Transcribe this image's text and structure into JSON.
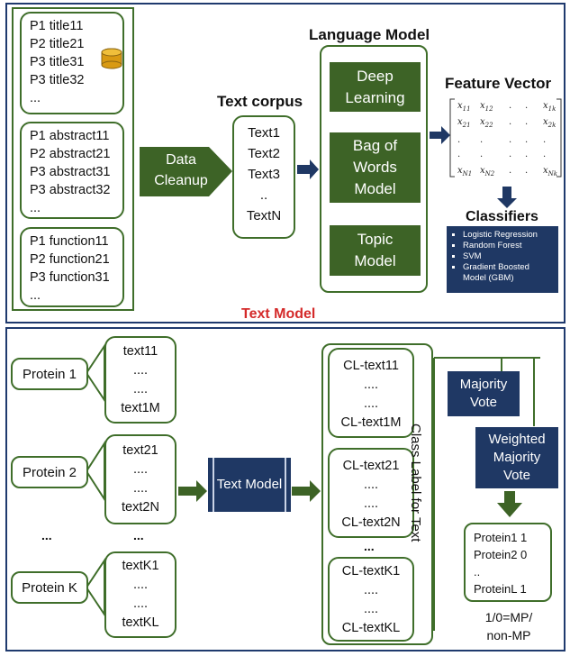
{
  "top": {
    "caption": "Text Model",
    "sources": {
      "titles": [
        "P1 title11",
        "P2 title21",
        "P3 title31",
        "P3 title32",
        "..."
      ],
      "abstracts": [
        "P1 abstract11",
        "P2 abstract21",
        "P3 abstract31",
        "P3 abstract32",
        "..."
      ],
      "functions": [
        "P1 function11",
        "P2 function21",
        "P3 function31",
        "..."
      ]
    },
    "cleanup": {
      "line1": "Data",
      "line2": "Cleanup"
    },
    "corpus": {
      "title": "Text corpus",
      "items": [
        "Text1",
        "Text2",
        "Text3",
        "..",
        "TextN"
      ]
    },
    "language_model": {
      "title": "Language Model",
      "deep": {
        "line1": "Deep",
        "line2": "Learning"
      },
      "bow": {
        "line1": "Bag of",
        "line2": "Words",
        "line3": "Model"
      },
      "topic": {
        "line1": "Topic",
        "line2": "Model"
      }
    },
    "feature_vector": {
      "title": "Feature Vector",
      "rows": [
        [
          "x11",
          "x12",
          ".",
          ".",
          "x1k"
        ],
        [
          "x21",
          "x22",
          ".",
          ".",
          "x2k"
        ],
        [
          ".",
          ".",
          ".",
          ".",
          "."
        ],
        [
          ".",
          ".",
          ".",
          ".",
          "."
        ],
        [
          "xN1",
          "xN2",
          ".",
          ".",
          "xNk"
        ]
      ]
    },
    "classifiers": {
      "title": "Classifiers",
      "items": [
        "Logistic Regression",
        "Random Forest",
        "SVM",
        "Gradient Boosted Model (GBM)"
      ]
    }
  },
  "bottom": {
    "proteins": [
      "Protein 1",
      "Protein 2",
      "...",
      "Protein K"
    ],
    "text_groups": [
      [
        "text11",
        "....",
        "....",
        "text1M"
      ],
      [
        "text21",
        "....",
        "....",
        "text2N"
      ],
      [
        "textK1",
        "....",
        "....",
        "textKL"
      ]
    ],
    "group_ellipsis": "...",
    "text_model": "Text Model",
    "cl_groups": [
      [
        "CL-text11",
        "....",
        "....",
        "CL-text1M"
      ],
      [
        "CL-text21",
        "....",
        "....",
        "CL-text2N"
      ],
      [
        "CL-textK1",
        "....",
        "....",
        "CL-textKL"
      ]
    ],
    "cl_ellipsis": "...",
    "class_label": "Class Label for Text",
    "majority": {
      "line1": "Majority",
      "line2": "Vote"
    },
    "weighted": {
      "line1": "Weighted",
      "line2": "Majority",
      "line3": "Vote"
    },
    "results": [
      "Protein1 1",
      "Protein2 0",
      "..",
      "ProteinL 1"
    ],
    "legend": {
      "line1": "1/0=MP/",
      "line2": "non-MP"
    }
  },
  "colors": {
    "green": "#3d6326",
    "navy": "#1f3864",
    "red": "#d42a2a",
    "frame": "#1f3a6e"
  }
}
